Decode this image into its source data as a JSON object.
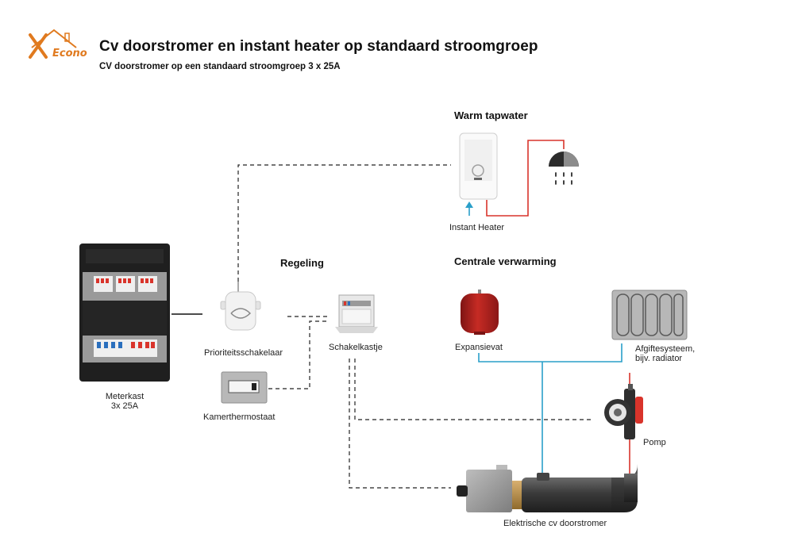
{
  "header": {
    "logo_text": "Econo",
    "title": "Cv doorstromer en instant heater op standaard stroomgroep",
    "subtitle": "CV doorstromer op een standaard stroomgroep 3 x 25A"
  },
  "sections": {
    "warm_tapwater": "Warm tapwater",
    "regeling": "Regeling",
    "centrale_verwarming": "Centrale verwarming"
  },
  "components": {
    "meterkast": {
      "line1": "Meterkast",
      "line2": "3x 25A"
    },
    "prioriteitsschakelaar": "Prioriteitsschakelaar",
    "kamerthermostaat": "Kamerthermostaat",
    "schakelkastje": "Schakelkastje",
    "instant_heater": "Instant Heater",
    "expansievat": "Expansievat",
    "afgiftesysteem": {
      "line1": "Afgiftesysteem,",
      "line2": "bijv. radiator"
    },
    "pomp": "Pomp",
    "cv_doorstromer": "Elektrische cv doorstromer"
  },
  "colors": {
    "cold_water": "#2a9fc9",
    "hot_water": "#d9342b",
    "control_line": "#222222",
    "logo": "#e07a1f"
  },
  "icons": [
    "econo-logo-icon",
    "shower-head-icon"
  ]
}
